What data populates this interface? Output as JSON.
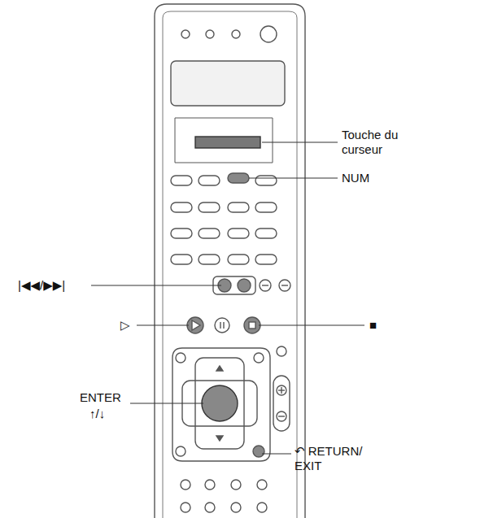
{
  "diagram": {
    "labels": [
      "Touche du curseur",
      "NUM",
      "|◀◀/▶▶|",
      "▷",
      "■",
      "ENTER",
      "↑/↓",
      "↶ RETURN/ EXIT"
    ]
  }
}
